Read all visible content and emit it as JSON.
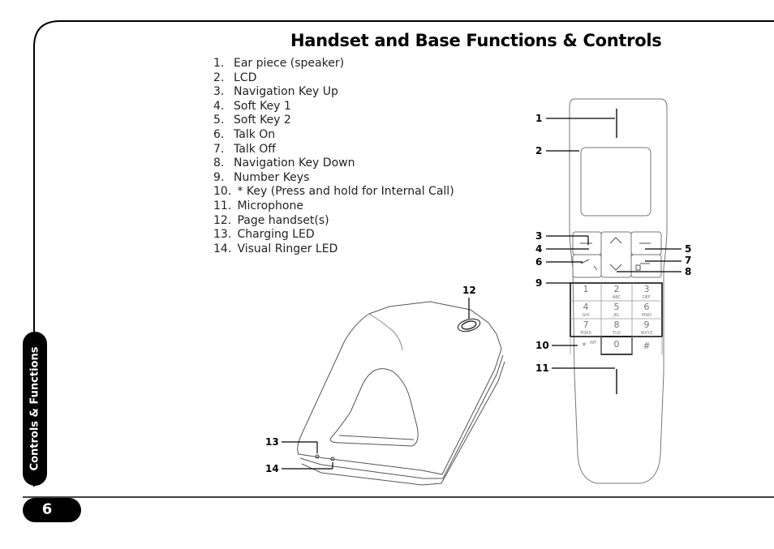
{
  "page": {
    "title": "Handset and Base Functions & Controls",
    "side_tab": "Controls & Functions",
    "page_number": "6"
  },
  "legend": [
    {
      "num": "1.",
      "label": "Ear piece (speaker)"
    },
    {
      "num": "2.",
      "label": "LCD"
    },
    {
      "num": "3.",
      "label": "Navigation Key Up"
    },
    {
      "num": "4.",
      "label": "Soft Key 1"
    },
    {
      "num": "5.",
      "label": "Soft Key 2"
    },
    {
      "num": "6.",
      "label": "Talk On"
    },
    {
      "num": "7.",
      "label": "Talk Off"
    },
    {
      "num": "8.",
      "label": "Navigation Key Down"
    },
    {
      "num": "9.",
      "label": "Number Keys"
    },
    {
      "num": "10.",
      "label": "* Key (Press and hold for Internal Call)"
    },
    {
      "num": "11.",
      "label": "Microphone"
    },
    {
      "num": "12.",
      "label": "Page handset(s)"
    },
    {
      "num": "13.",
      "label": "Charging LED"
    },
    {
      "num": "14.",
      "label": "Visual Ringer LED"
    }
  ],
  "callouts": {
    "c1": "1",
    "c2": "2",
    "c3": "3",
    "c4": "4",
    "c5": "5",
    "c6": "6",
    "c7": "7",
    "c8": "8",
    "c9": "9",
    "c10": "10",
    "c11": "11",
    "c12": "12",
    "c13": "13",
    "c14": "14"
  },
  "keypad": {
    "k1": "1",
    "k2": "2",
    "k2s": "ABC",
    "k3": "3",
    "k3s": "DEF",
    "k4": "4",
    "k4s": "GHI",
    "k5": "5",
    "k5s": "JKL",
    "k6": "6",
    "k6s": "MNO",
    "k7": "7",
    "k7s": "PQRS",
    "k8": "8",
    "k8s": "TUV",
    "k9": "9",
    "k9s": "WXYZ",
    "kstar": "*",
    "kstars": "INT",
    "k0": "0",
    "hash": "#"
  }
}
